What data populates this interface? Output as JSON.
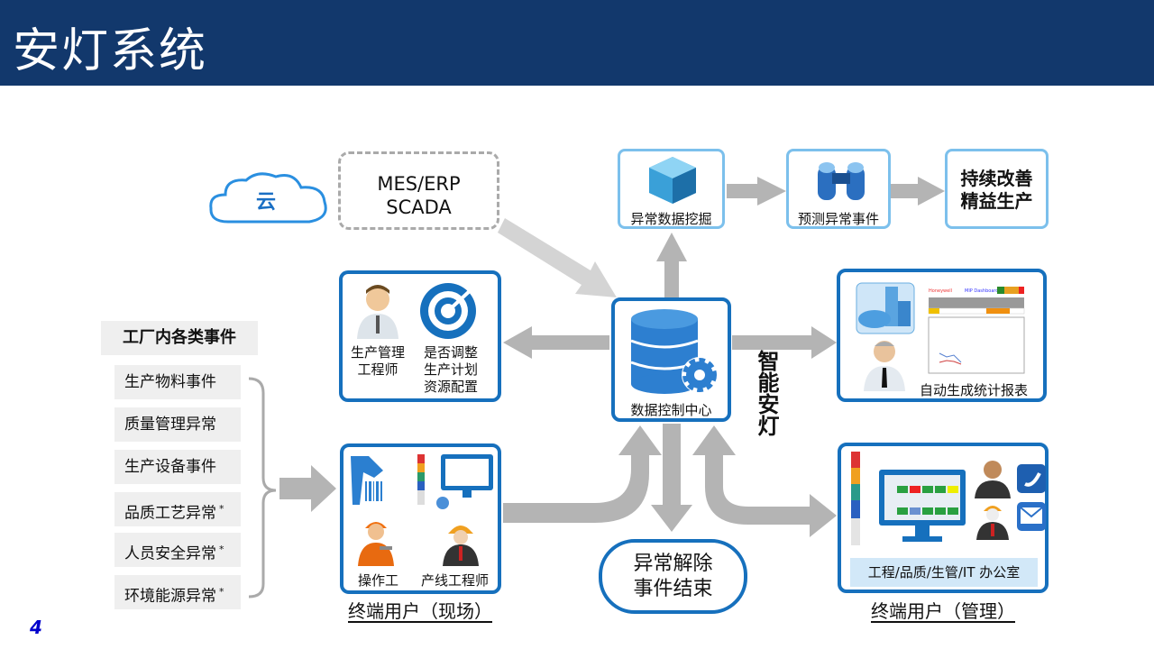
{
  "title": "安灯系统",
  "cloud": "云",
  "mes": {
    "line1": "MES/ERP",
    "line2": "SCADA"
  },
  "top": {
    "mining": "异常数据挖掘",
    "predict": "预测异常事件",
    "improve1": "持续改善",
    "improve2": "精益生产"
  },
  "engineer_box": {
    "role1": "生产管理",
    "role2": "工程师",
    "q1": "是否调整",
    "q2": "生产计划",
    "q3": "资源配置"
  },
  "center": {
    "label": "数据控制中心",
    "side": "智能安灯"
  },
  "report": {
    "label": "自动生成统计报表"
  },
  "events": {
    "header": "工厂内各类事件",
    "items": [
      {
        "label": "生产物料事件",
        "mark": ""
      },
      {
        "label": "质量管理异常",
        "mark": ""
      },
      {
        "label": "生产设备事件",
        "mark": ""
      },
      {
        "label": "品质工艺异常",
        "mark": "*"
      },
      {
        "label": "人员安全异常",
        "mark": "*"
      },
      {
        "label": "环境能源异常",
        "mark": "*"
      }
    ]
  },
  "field": {
    "operator": "操作工",
    "line_engineer": "产线工程师",
    "caption": "终端用户（现场）"
  },
  "resolve": {
    "line1": "异常解除",
    "line2": "事件结束"
  },
  "mgmt": {
    "office": "工程/品质/生管/IT 办公室",
    "caption": "终端用户（管理）"
  },
  "page_number": "4",
  "colors": {
    "header": "#12386c",
    "border": "#1670bd",
    "light_border": "#7cc0ec",
    "arrow": "#b4b4b4",
    "page_number": "#0000cc"
  }
}
